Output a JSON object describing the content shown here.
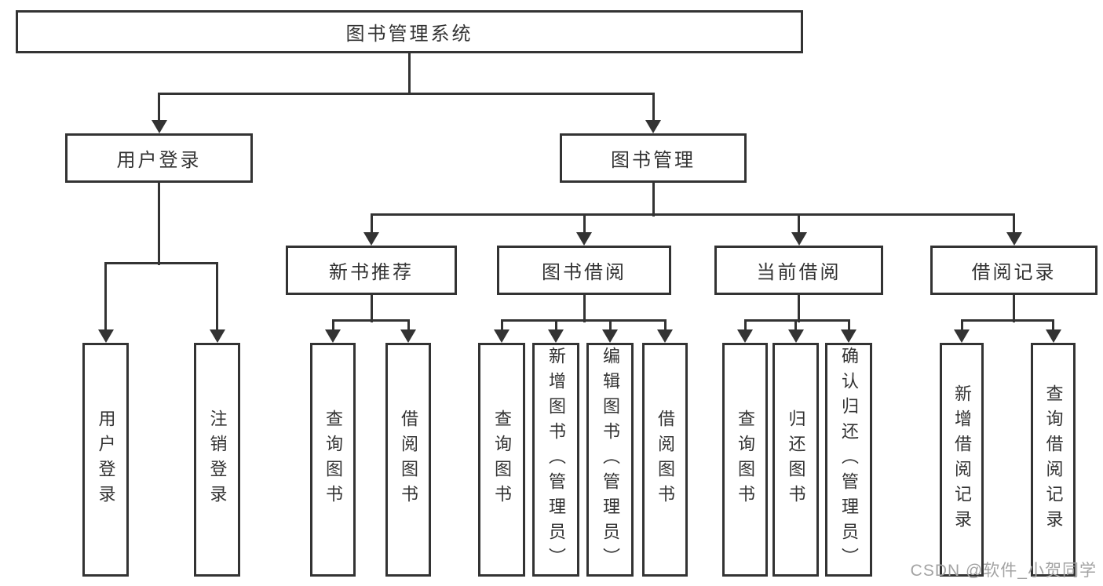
{
  "diagram": {
    "watermark": "CSDN @软件_小贺同学",
    "colors": {
      "line": "#333333",
      "box_border": "#333333",
      "text": "#333333",
      "watermark": "#a3a3a3",
      "background": "#ffffff"
    },
    "tree": {
      "root": {
        "label": "图书管理系统"
      },
      "branches": [
        {
          "label": "用户登录",
          "children": [
            {
              "label": "用户登录"
            },
            {
              "label": "注销登录"
            }
          ]
        },
        {
          "label": "图书管理",
          "children": [
            {
              "label": "新书推荐",
              "children": [
                {
                  "label": "查询图书"
                },
                {
                  "label": "借阅图书"
                }
              ]
            },
            {
              "label": "图书借阅",
              "children": [
                {
                  "label": "查询图书"
                },
                {
                  "label": "新增图书（管理员）"
                },
                {
                  "label": "编辑图书（管理员）"
                },
                {
                  "label": "借阅图书"
                }
              ]
            },
            {
              "label": "当前借阅",
              "children": [
                {
                  "label": "查询图书"
                },
                {
                  "label": "归还图书"
                },
                {
                  "label": "确认归还（管理员）"
                }
              ]
            },
            {
              "label": "借阅记录",
              "children": [
                {
                  "label": "新增借阅记录"
                },
                {
                  "label": "查询借阅记录"
                }
              ]
            }
          ]
        }
      ]
    }
  }
}
